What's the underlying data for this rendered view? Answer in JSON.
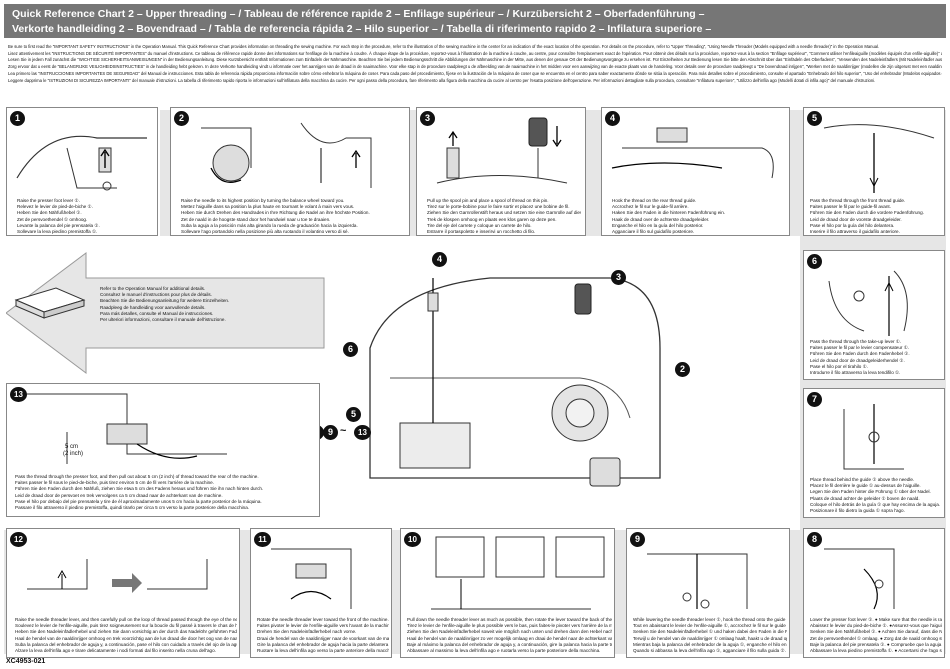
{
  "header": {
    "line1": "Quick Reference Chart 2  – Upper threading – / Tableau de référence rapide 2  – Enfilage supérieur – / Kurzübersicht 2  – Oberfadenführung –",
    "line2": "Verkorte handleiding 2  – Bovendraad – / Tabla de referencia rápida 2  – Hilo superior – / Tabella di riferimento rapido 2  – Infilatura superiore –"
  },
  "intro": [
    "Be sure to first read the \"IMPORTANT SAFETY INSTRUCTIONS\" in the Operation Manual. This Quick Reference Chart provides information on threading the sewing machine. For each step in the procedure, refer to the illustration of the sewing machine in the center for an indication of the exact location of the operation. For details on the procedure, refer to \"Upper Threading\", \"Using Needle Threader (Models equipped with a needle threader)\" in the Operation Manual.",
    "Lisez attentivement les \"INSTRUCTIONS DE SÉCURITÉ IMPORTANTES\" du manuel d'instructions. Ce tableau de référence rapide donne des informations sur l'enfilage de la machine à coudre. À chaque étape de la procédure, reportez-vous à l'illustration de la machine à coudre, au centre, pour connaître l'emplacement exact de l'opération. Pour obtenir des détails sur la procédure, reportez-vous à la section \"Enfilage supérieur\", \"Comment utiliser l'enfileaiguille (modèles équipés d'un enfile-aiguille)\" du manuel d'instructions.",
    "Lesen Sie in jedem Fall zunächst die \"WICHTIGE SICHERHEITSANWEISUNGEN\" in der Bedienungsanleitung. Diese Kurzübersicht enthält Informationen zum Einfädeln der Nähmaschine. Beachten Sie bei jedem Bedienungsschritt die Abbildungen der Nähmaschine in der Mitte, aus denen der genaue Ort der Bedienungsvorgänge zu ersehen ist. Für Einzelheiten zur Bedienung lesen Sie bitte den Abschnitt über das \"Einfädeln des Oberfadens\", \"Verwenden des Nadeleinfädlers (Mit Nadeleinfädler ausgestattete Modelle)\" in der Bedienungsanleitung.",
    "Zorg ervoor dat u eerst de \"BELANGRIJKE VEILIGHEIDSINSTRUCTIES\" in de handleiding hebt gelezen. In deze Verkorte handleiding vindt u informatie over het aanrijgen van de draad in de naaimachine. Voor elke stap in de procedure raadpleegt u de afbeelding van de naaimachine in het midden voor een aanwijzing van de exacte plaats van de handeling. Voor details over de procedure raadpleegt u \"De bovendraad inrijgen\", \"Werken met de naaldinrijger (modellen die zijn uitgerust met een naaldinrijger)\" in de handleiding.",
    "Lea primero las \"INSTRUCCIONES IMPORTANTES DE SEGURIDAD\" del Manual de instrucciones. Esta tabla de referencia rápida proporciona información sobre cómo enhebrar la máquina de coser. Para cada paso del procedimiento, fíjese en la ilustración de la máquina de coser que se encuentra en el centro para saber exactamente dónde se sitúa la operación. Para más detalles sobre el procedimiento, consulte el apartado \"Enhebrado del hilo superior\", \"Uso del enhebrador (Modelos equipados con el enhebrador)\" en el Manual de instrucciones.",
    "Leggere dapprima le \"ISTRUZIONI DI SICUREZZA IMPORTANTI\" del manuale d'istruzioni. La tabella di riferimento rapido riporta le informazioni sull'infilatura della macchina da cucire. Per ogni passo della procedura, fare riferimento alla figura della macchina da cucire al centro per l'esatta posizione dell'operazione. Per informazioni dettagliate sulla procedura, consultare \"Infilatura superiore\", \"Utilizzo dell'infila ago (Modelli dotati di infila ago)\" del manuale d'istruzioni."
  ],
  "steps": {
    "s1": {
      "num": "1",
      "lines": [
        "Raise the presser foot lever ①.",
        "Relevez le levier de pied-de-biche ①.",
        "Heben Sie den Nähfußhebel ①.",
        "Zet de persvoethendel ① omhoog.",
        "Levante la palanca del pie prensatela ①.",
        "Sollevare la leva piedino premistoffa ①."
      ]
    },
    "s2": {
      "num": "2",
      "lines": [
        "Raise the needle to its highest position by turning the balance wheel toward you.",
        "Mettez l'aiguille dans sa position la plus haute en tournant le volant à main vers vous.",
        "Heben Sie durch Drehen des Handrades in Ihre Richtung die Nadel an ihre höchste Position.",
        "Zet de naald in de hoogste stand door het handwiel naar u toe te draaien.",
        "Suba la aguja a la posición más alta girando la rueda de graduación hacia la izquierda.",
        "Sollevare l'ago portandolo nella posizione più alta ruotando il volantino verso di sé."
      ]
    },
    "s3": {
      "num": "3",
      "lines": [
        "Pull up the spool pin and place a spool of thread on this pin.",
        "Tirez sur le porte-bobine pour le faire sortir et placez une bobine de fil.",
        "Ziehen Sie den Garnrollenstift heraus und setzen Sie eine Garnrolle auf diesen Stift.",
        "Trek de klospen omhoog en plaats een klos garen op deze pen.",
        "Tire del eje del carrete y coloque un carrete de hilo.",
        "Estrarre il portaspoletto e inserirvi un rocchetto di filo."
      ]
    },
    "s4": {
      "num": "4",
      "lines": [
        "Hook the thread on the rear thread guide.",
        "Accrochez le fil sur le guide-fil arrière.",
        "Haken Sie den Faden in die hinteren Fadenführung ein.",
        "Haak de draad over de achterste draadgeleider.",
        "Enganche el hilo en la guía del hilo posterior.",
        "Agganciare il filo sul guidafilo posteriore."
      ]
    },
    "s5": {
      "num": "5",
      "lines": [
        "Pass the thread through the front thread guide.",
        "Faites passer le fil par le guide-fil avant.",
        "Führen Sie den Faden durch die vordere Fadenführung.",
        "Leid de draad door de voorste draadgeleider.",
        "Pase el hilo por la guía del hilo delantera.",
        "Inserire il filo attraverso il guidafilo anteriore."
      ]
    },
    "s6": {
      "num": "6",
      "lines": [
        "Pass the thread through the take-up lever ①.",
        "Faites passer le fil par le levier compensateur ①.",
        "Führen Sie den Faden durch den Fadenhebel ①.",
        "Leid de draad door de draadgeleiderhendel ①.",
        "Pase el hilo por el tirahilo ①.",
        "Introdurre il filo attraverso la leva tendifilo ①."
      ]
    },
    "s7": {
      "num": "7",
      "lines": [
        "Place thread behind the guide ① above the needle.",
        "Placez le fil derrière le guide ① au-dessus de l'aiguille.",
        "Legen Sie den Faden hinter die Führung ① über der Nadel.",
        "Plaats de draad achter de geleider ① boven de naald.",
        "Coloque el hilo detrás de la guía ① que hay encima de la aguja.",
        "Posizionare il filo dietro la guida ① sopra l'ago."
      ]
    },
    "s8": {
      "num": "8",
      "lines": [
        "Lower the presser foot lever ①.  ● Make sure that the needle is raised.",
        "Abaissez le levier du pied-de-biche ①.  ●Assurez-vous que l'aiguille est relevée.",
        "Senken Sie den Nähfußhebel ①.  ● Achten Sie darauf, dass die Nadel angehoben ist.",
        "Zet de persvoethendel ① omlaag.  ● Zorg dat de naald omhoog staat.",
        "Baje la palanca del pie prensatela ①.  ● Compruebe que la aguja está levantada.",
        "Abbassare la leva piedino premistoffa ①.  ● Accertarsi che l'ago sia sollevato."
      ]
    },
    "s9": {
      "num": "9",
      "lines": [
        "While lowering the needle threader lever ①, hook the thread onto the guide ②.",
        "Tout en abaissant le levier de l'enfile-aiguille ①, accrochez le fil sur le guide ②.",
        "Senken Sie den Nadeleinfädlerhebel ① und haken dabei den Faden in die Führung ② ein.",
        "Terwijl u de hendel van de naaldinrijger ① omlaag haalt, haakt u de draad op de geleider ②.",
        "Mientras baja la palanca del enhebrador de la aguja ①, enganche el hilo en la guía ②.",
        "Quando si abbassa la leva dell'infila ago ①, agganciare il filo sulla guida ②."
      ]
    },
    "s10": {
      "num": "10",
      "lines": [
        "Pull down the needle threader lever as much as possible, then rotate the lever toward the back of the machine.",
        "Tirez le levier de l'enfile-aiguille le plus possible vers le bas, puis faites-le pivoter vers l'arrière de la machine.",
        "Ziehen Sie den Nadeleinfädlerhebel soweit wie möglich nach unten und drehen dann den Hebel nach hinten.",
        "Haal de hendel van de naaldinrijger zo ver mogelijk omlaag en draai de hendel naar de achterkant van de machine.",
        "Baje al máximo la palanca del enhebrador de aguja y, a continuación, gire la palanca hacia la parte trasera de la máquina.",
        "Abbassare al massimo la leva dell'infila ago e ruotarla verso la parte posteriore della macchina."
      ]
    },
    "s11": {
      "num": "11",
      "lines": [
        "Rotate the needle threader lever toward the front of the machine.",
        "Faites pivoter le levier de l'enfile-aiguille vers l'avant de la machine.",
        "Drehen Sie den Nadeleinfädlerhebel nach vorne.",
        "Draai de hendel van de naaldinrijger naar de voorkant van de machine.",
        "Gire la palanca del enhebrador de aguja hacia la parte delantera de la máquina.",
        "Ruotare la leva dell'infila ago verso la parte anteriore della macchina."
      ]
    },
    "s12": {
      "num": "12",
      "lines": [
        "Raise the needle threader lever, and then carefully pull on the loop of thread passed through the eye of the needle.",
        "Soulevez le levier de l'enfile-aiguille, puis tirez soigneusement sur la boucle du fil passé à travers le chas de l'aiguille.",
        "Heben Sie den Nadeleinfädlerhebel und ziehen Sie dann vorsichtig an der durch das Nadelöhr geführten Fadenschlinge.",
        "Haal de hendel van de naaldinrijger omhoog en trek voorzichtig aan de lus draad die door het oog van de naald is geleid.",
        "Suba la palanca del enhebrador de aguja y, a continuación, pase el hilo con cuidado a través del ojo de la aguja.",
        "Alzare la leva dell'infila ago e tirare delicatamente i nodi formati dal filo inserito nella cruna dell'ago."
      ]
    },
    "s13": {
      "num": "13",
      "dim": "5 cm",
      "dim2": "(2 inch)",
      "lines": [
        "Pass the thread through the presser foot, and then pull out about 5 cm (2 inch) of thread toward the rear of the machine.",
        "Faites passer le fil sous le pied-de-biche, puis tirez environ 5 cm de fil vers l'arrière de la machine.",
        "Führen Sie den Faden durch den Nähfuß, ziehen Sie etwa 5 cm des Fadens heraus und führen Sie ihn nach hinten durch.",
        "Leid de draad door de persvoet en trek vervolgens ca 5 cm draad naar de achterkant van de machine.",
        "Pase el hilo por debajo del pie prensatela y tire de él aproximadamente unos 5 cm hacia la parte posterior de la máquina.",
        "Passare il filo attraverso il piedino premistoffa, quindi tirarlo per circa 5 cm verso la parte posteriore della macchina."
      ]
    }
  },
  "manual_note": [
    "Refer to the Operation Manual for additional details.",
    "Consultez le manuel d'instructions pour plus de détails.",
    "Beachten Sie die Bedienungsanleitung für weitere Einzelheiten.",
    "Raadpleeg de handleiding voor aanvullende details.",
    "Para más detalles, consulte el Manual de instrucciones.",
    "Per ulteriori informazioni, consultare il manuale dell'istruzione."
  ],
  "machine_callouts": {
    "c4": "4",
    "c3": "3",
    "c6": "6",
    "c2": "2",
    "c5": "5",
    "c7": "7",
    "c9": "9",
    "c13": "13",
    "tilde": "~"
  },
  "footer": {
    "code": "XC4953-021"
  }
}
